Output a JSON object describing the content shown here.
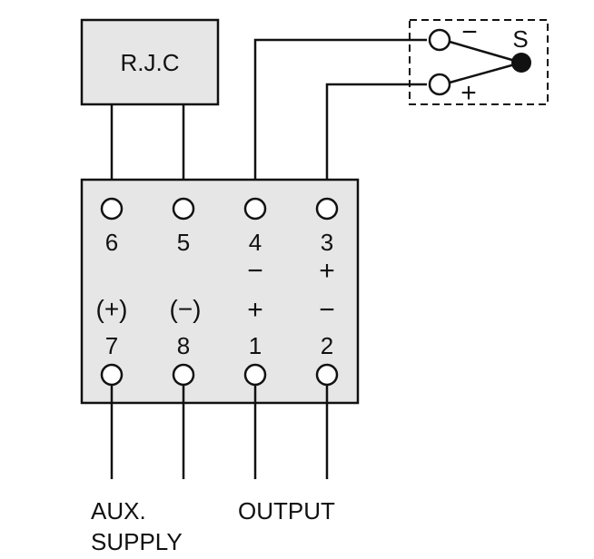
{
  "rjc_label": "R.J.C",
  "terminals_top": [
    {
      "number": "6",
      "polarity": ""
    },
    {
      "number": "5",
      "polarity": ""
    },
    {
      "number": "4",
      "polarity": "−"
    },
    {
      "number": "3",
      "polarity": "+"
    }
  ],
  "terminals_bottom": [
    {
      "number": "7",
      "polarity": "(+)"
    },
    {
      "number": "8",
      "polarity": "(−)"
    },
    {
      "number": "1",
      "polarity": "+"
    },
    {
      "number": "2",
      "polarity": "−"
    }
  ],
  "switch": {
    "label": "S",
    "minus_symbol": "−",
    "plus_symbol": "+"
  },
  "bottom_labels": {
    "aux_line1": "AUX.",
    "aux_line2": "SUPPLY",
    "output": "OUTPUT"
  },
  "colors": {
    "box_fill": "#e6e6e6",
    "line": "#111111"
  }
}
